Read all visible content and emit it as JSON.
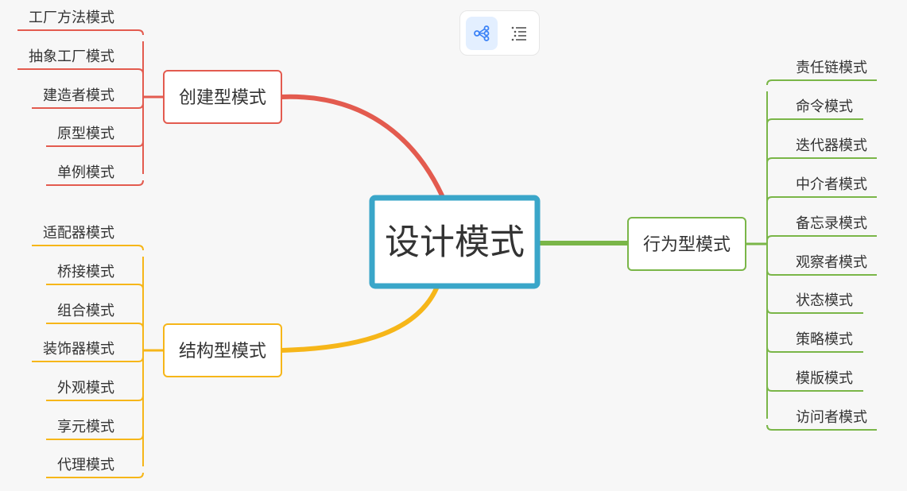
{
  "toolbar": {
    "mindmap_view_icon": "mindmap-view-icon",
    "outline_view_icon": "outline-view-icon"
  },
  "root": {
    "label": "设计模式",
    "color": "#3aa6c9"
  },
  "branches": [
    {
      "id": "creational",
      "label": "创建型模式",
      "color": "#e35b4f",
      "children": [
        "工厂方法模式",
        "抽象工厂模式",
        "建造者模式",
        "原型模式",
        "单例模式"
      ]
    },
    {
      "id": "structural",
      "label": "结构型模式",
      "color": "#f6b619",
      "children": [
        "适配器模式",
        "桥接模式",
        "组合模式",
        "装饰器模式",
        "外观模式",
        "享元模式",
        "代理模式"
      ]
    },
    {
      "id": "behavioral",
      "label": "行为型模式",
      "color": "#7ab648",
      "children": [
        "责任链模式",
        "命令模式",
        "迭代器模式",
        "中介者模式",
        "备忘录模式",
        "观察者模式",
        "状态模式",
        "策略模式",
        "模版模式",
        "访问者模式"
      ]
    }
  ]
}
